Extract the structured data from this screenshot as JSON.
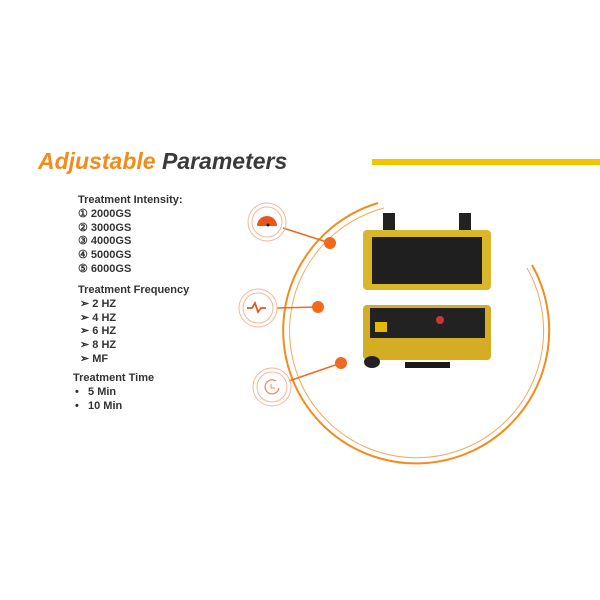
{
  "title": {
    "highlight": "Adjustable",
    "rest": "Parameters"
  },
  "intensity": {
    "heading": "Treatment Intensity:",
    "items": [
      "① 2000GS",
      "② 3000GS",
      "③ 4000GS",
      "④ 5000GS",
      "⑤ 6000GS"
    ]
  },
  "frequency": {
    "heading": "Treatment Frequency",
    "items": [
      "➢ 2 HZ",
      "➢ 4 HZ",
      "➢ 6 HZ",
      "➢ 8 HZ",
      "➢ MF"
    ]
  },
  "time": {
    "heading": "Treatment Time",
    "items": [
      "•   5 Min",
      "•   10 Min"
    ]
  },
  "colors": {
    "accent": "#f28c1c",
    "dot": "#f06a1e",
    "bar": "#f5c400",
    "case": "#d9b62a"
  }
}
